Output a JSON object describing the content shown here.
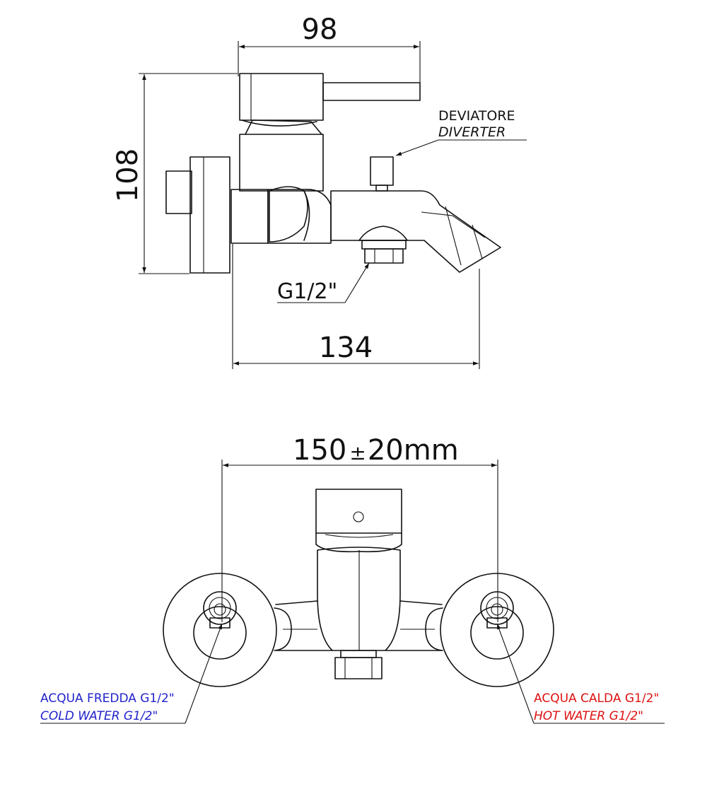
{
  "side_view": {
    "dim_width": "98",
    "dim_height": "108",
    "dim_depth": "134",
    "diverter_label_it": "DEVIATORE",
    "diverter_label_en": "DIVERTER",
    "outlet_thread_label": "G1/2\""
  },
  "front_view": {
    "dim_centers": "150",
    "dim_tolerance_sign": "±",
    "dim_tolerance": "20mm",
    "cold_label_it": "ACQUA FREDDA G1/2\"",
    "cold_label_en": "COLD WATER G1/2\"",
    "hot_label_it": "ACQUA CALDA G1/2\"",
    "hot_label_en": "HOT WATER G1/2\"",
    "colors": {
      "cold": "#2222cc",
      "hot": "#dd1111",
      "line": "#111111"
    }
  }
}
